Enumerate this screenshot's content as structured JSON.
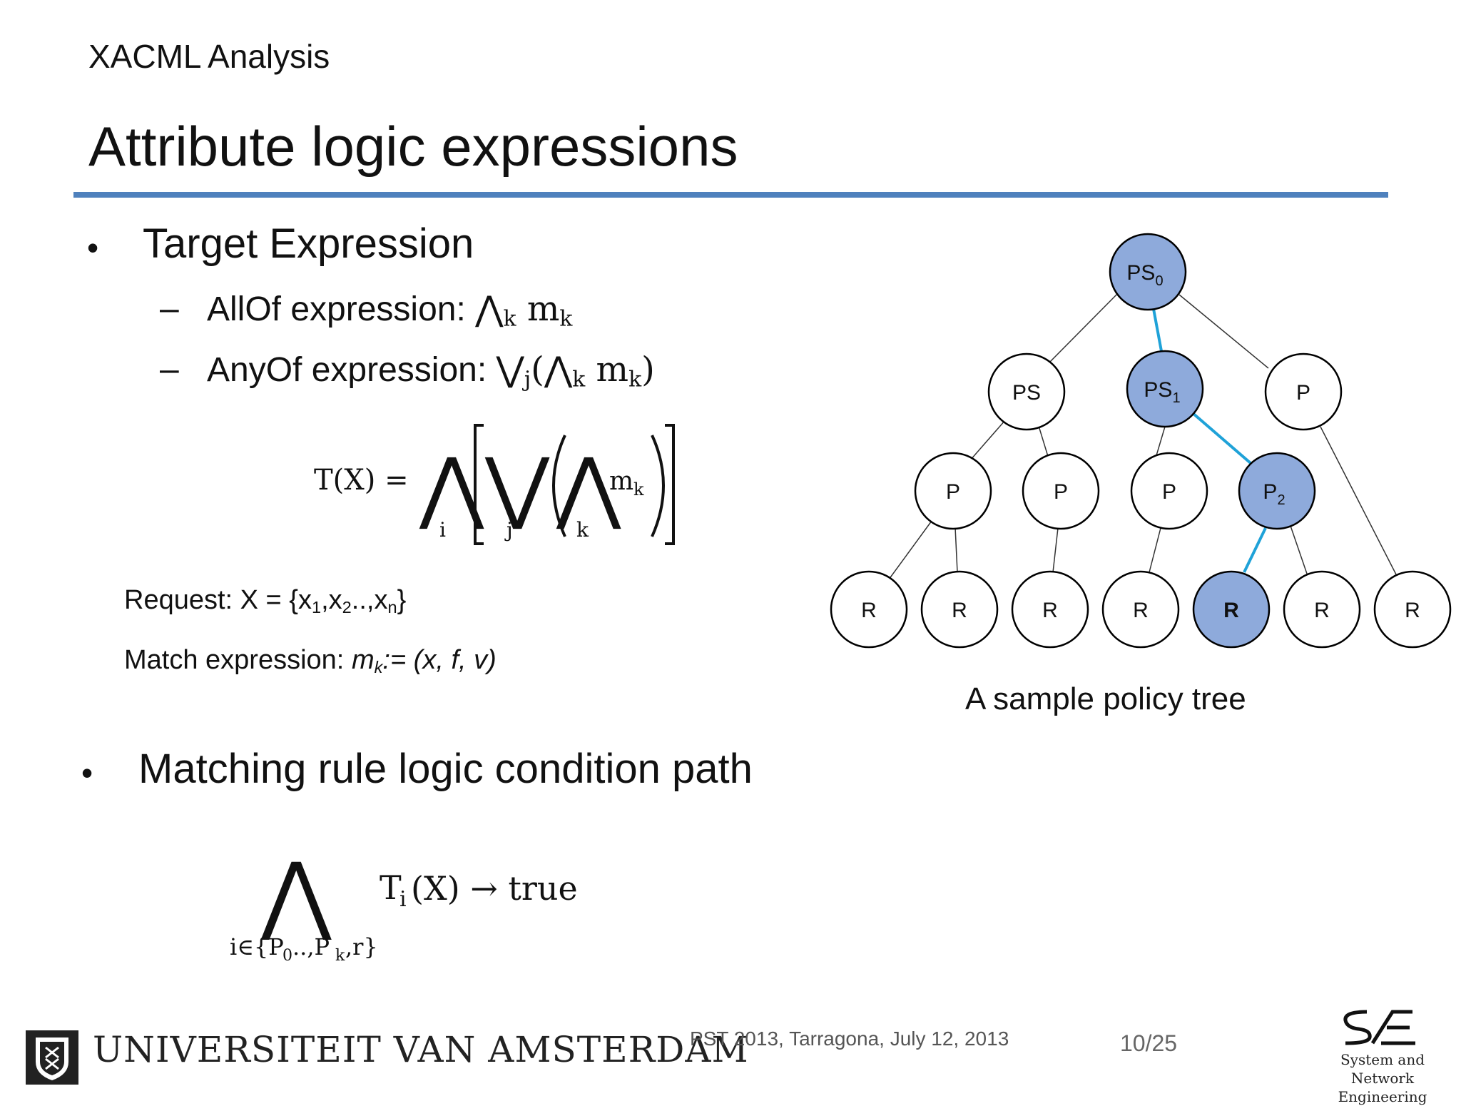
{
  "header": {
    "section": "XACML Analysis",
    "title": "Attribute logic expressions"
  },
  "content": {
    "bullet1": "Target Expression",
    "allof_label": "AllOf expression:",
    "anyof_label": "AnyOf expression:",
    "request_label": "Request: X = {x",
    "match_label": "Match expression:",
    "match_value": "= (x, f, v)",
    "bullet2": "Matching rule logic condition path",
    "rule_tail": "(X) → true"
  },
  "tree": {
    "caption": "A sample policy tree",
    "nodes": {
      "ps0": "PS",
      "ps": "PS",
      "ps1": "PS",
      "p_right": "P",
      "p_a": "P",
      "p_b": "P",
      "p_c": "P",
      "p2": "P",
      "r": "R"
    },
    "colors": {
      "highlight_fill": "#8eaadb",
      "path_edge": "#1fa2d8",
      "node_stroke": "#000000"
    }
  },
  "footer": {
    "university": "UNIVERSITEIT VAN AMSTERDAM",
    "conference": "PST 2013, Tarragona, July 12, 2013",
    "page": "10/25",
    "sne_label": "System and Network Engineering",
    "uva_logo": "uva-crest-icon",
    "sne_logo": "sne-logo-icon"
  }
}
